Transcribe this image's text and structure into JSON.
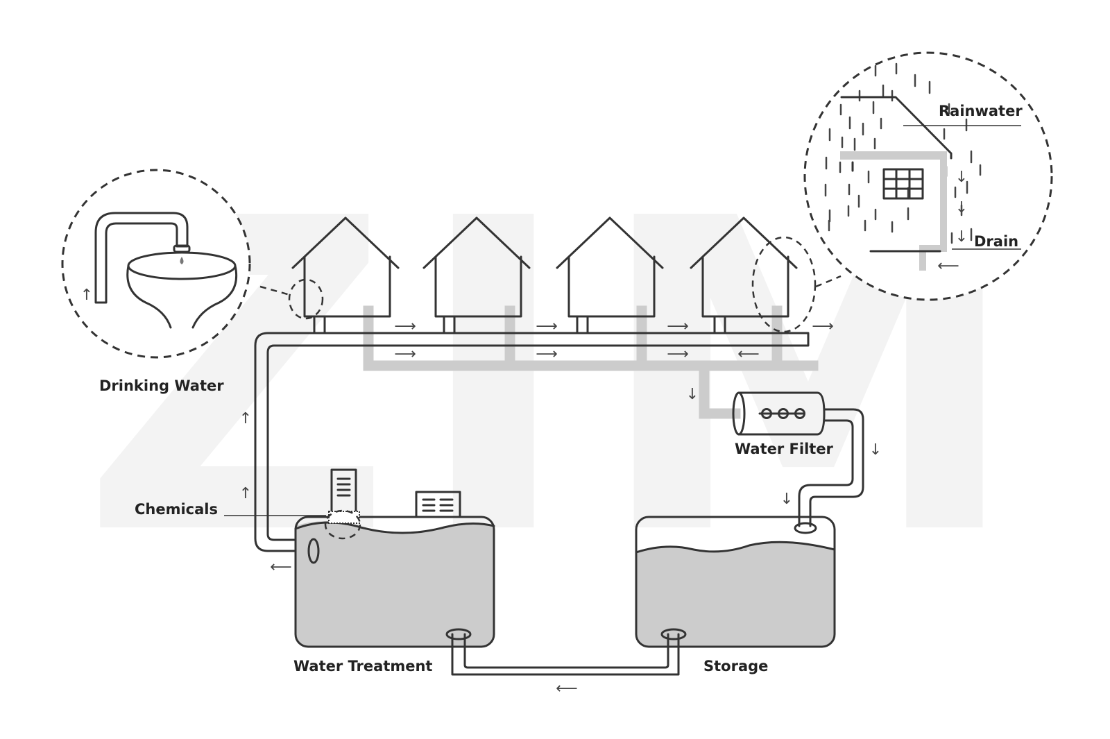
{
  "labels": {
    "drinking_water": "Drinking Water",
    "rainwater": "Rainwater",
    "drain": "Drain",
    "water_filter": "Water Filter",
    "chemicals": "Chemicals",
    "water_treatment": "Water Treatment",
    "storage": "Storage"
  },
  "watermark": "ZIM",
  "flow_arrows": {
    "right": "⟶",
    "left": "⟵",
    "up": "↑",
    "down": "↓"
  },
  "colors": {
    "line": "#333333",
    "water": "#cccccc",
    "watermark": "#f3f3f3",
    "background": "#ffffff"
  }
}
